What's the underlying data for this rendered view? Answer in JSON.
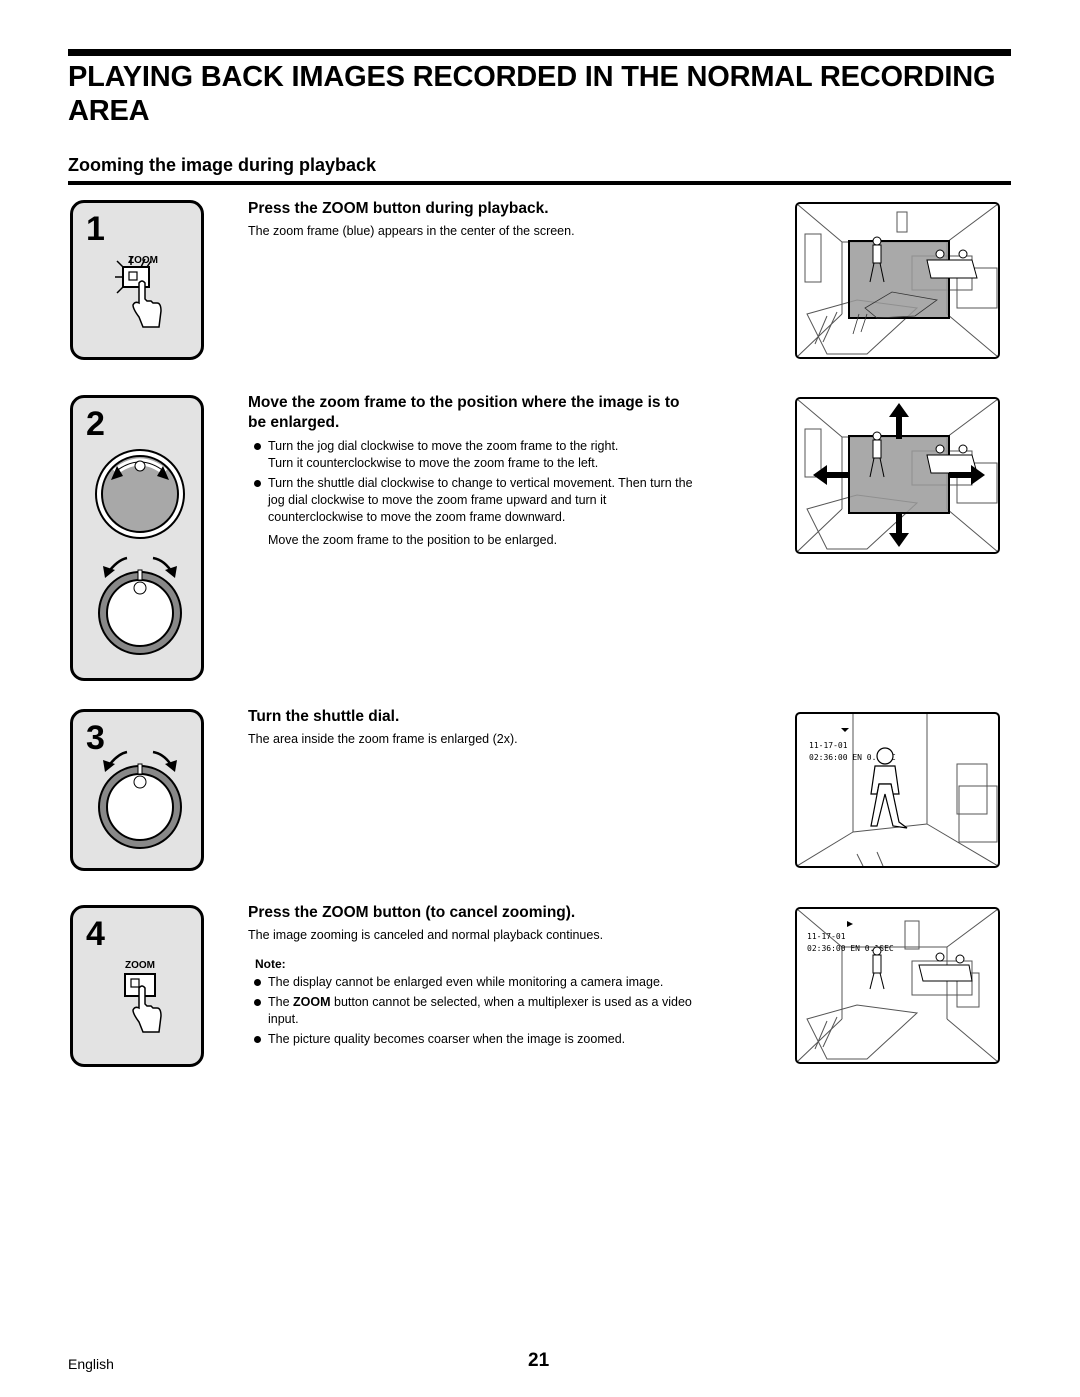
{
  "page": {
    "title": "PLAYING BACK IMAGES RECORDED IN THE NORMAL RECORDING AREA",
    "section_title": "Zooming the image during playback",
    "footer_language": "English",
    "page_number": "21"
  },
  "steps": [
    {
      "number": "1",
      "heading": "Press the ZOOM button during playback.",
      "description": "The zoom frame (blue) appears in the center of the screen.",
      "button_label": "ZOOM"
    },
    {
      "number": "2",
      "heading_line1": "Move the zoom frame to the position where the image is to",
      "heading_line2": "be enlarged.",
      "bullets": [
        {
          "line1": "Turn the jog dial clockwise to move the zoom frame to the right.",
          "line2": "Turn it counterclockwise to move the zoom frame to the left."
        },
        {
          "line1": "Turn the shuttle dial clockwise to change to vertical movement. Then turn the",
          "line2": "jog dial clockwise to move the zoom frame upward and turn it",
          "line3": "counterclockwise to move the zoom frame downward."
        }
      ],
      "after_bullets": "Move the zoom frame to the position to be enlarged."
    },
    {
      "number": "3",
      "heading": "Turn the shuttle dial.",
      "description": "The area inside the zoom frame is enlarged (2x).",
      "osd_date": "11-17-01",
      "osd_time": "02:36:00 EN  0.1SEC"
    },
    {
      "number": "4",
      "heading": "Press the ZOOM button (to cancel zooming).",
      "description": "The image zooming is canceled and normal playback continues.",
      "button_label": "ZOOM",
      "note_label": "Note:",
      "notes": [
        {
          "text": "The display cannot be enlarged even while monitoring a camera image."
        },
        {
          "prefix": "The ",
          "bold": "ZOOM",
          "suffix": " button cannot be selected, when a multiplexer is used as a video",
          "line2": "input."
        },
        {
          "text": "The picture quality becomes coarser when the image is zoomed."
        }
      ],
      "osd_date": "11-17-01",
      "osd_time": "02:36:00 EN  0.1SEC"
    }
  ],
  "colors": {
    "step_box_fill": "#e3e3e3",
    "zoom_frame_fill": "#9a9a9a",
    "dial_gray": "#a8a8a8"
  },
  "icons": [
    "zoom-button-icon",
    "pressing-hand-icon",
    "jog-dial-icon",
    "shuttle-dial-icon",
    "rotation-arrow-icon",
    "direction-arrow-icon"
  ]
}
